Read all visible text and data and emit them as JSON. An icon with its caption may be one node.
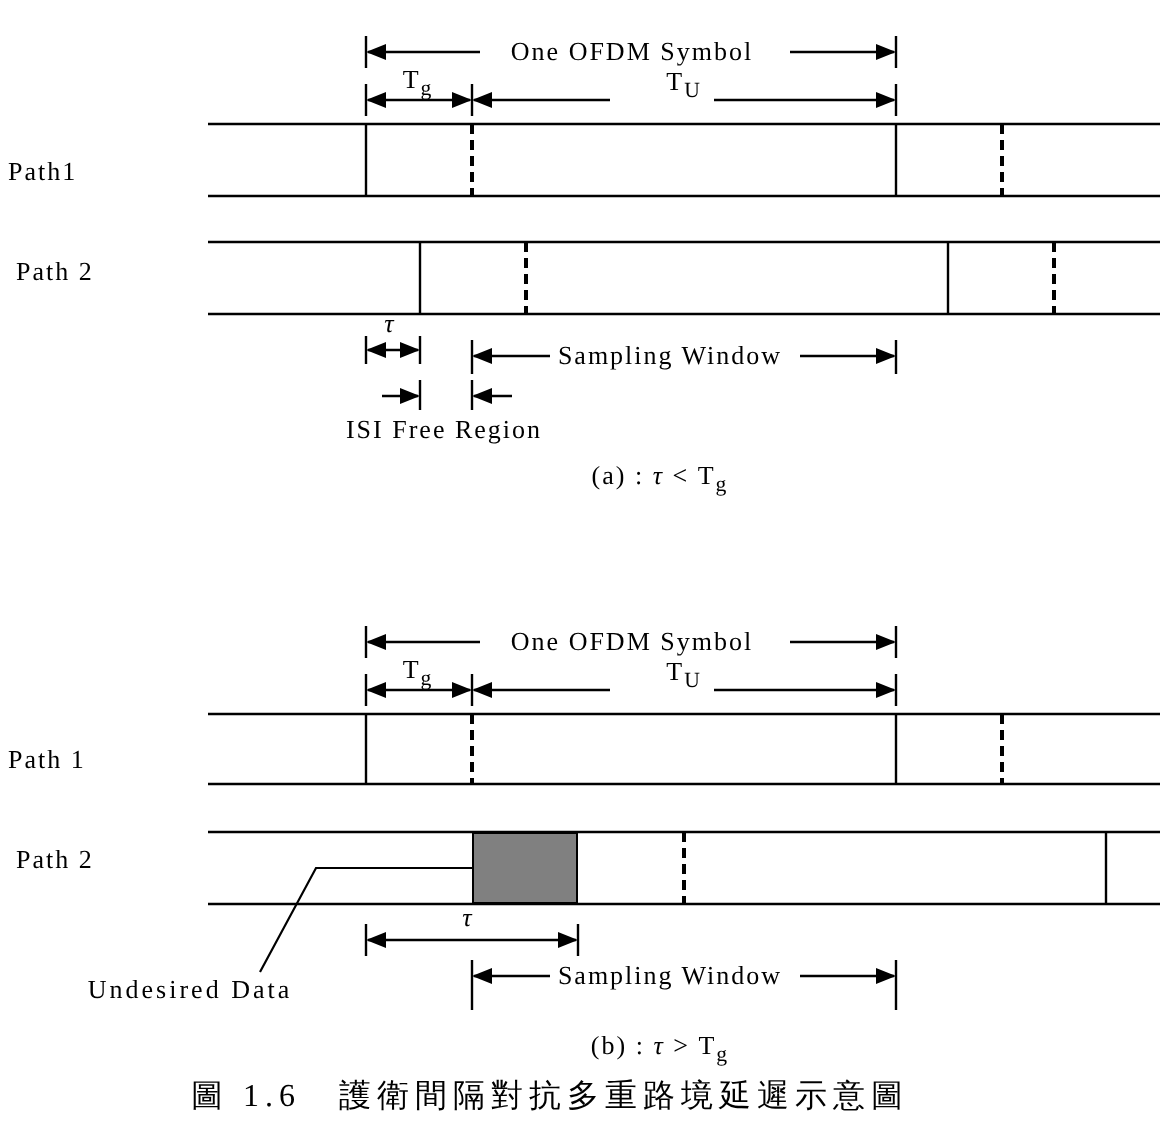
{
  "diagram": {
    "caption": "圖 1.6　護衛間隔對抗多重路境延遲示意圖",
    "nodes": [
      {
        "text": [
          "Undesired Data"
        ]
      },
      {
        "text": [],
        "shape": "box"
      }
    ],
    "edges": [
      {
        "from": 0,
        "to": 1,
        "arrow": "none"
      }
    ],
    "labels": [
      "One OFDM Symbol",
      "T$_{g}$",
      "T$_{U}$",
      "Path1",
      "Path 2",
      "τ",
      "Sampling Window",
      "ISI Free Region",
      "(a) : *τ* < T$_{g}$",
      "One OFDM Symbol",
      "T$_{g}$",
      "T$_{U}$",
      "Path 1",
      "Path 2",
      "τ",
      "Sampling Window",
      "(b) : *τ* > T$_{g}$"
    ]
  }
}
